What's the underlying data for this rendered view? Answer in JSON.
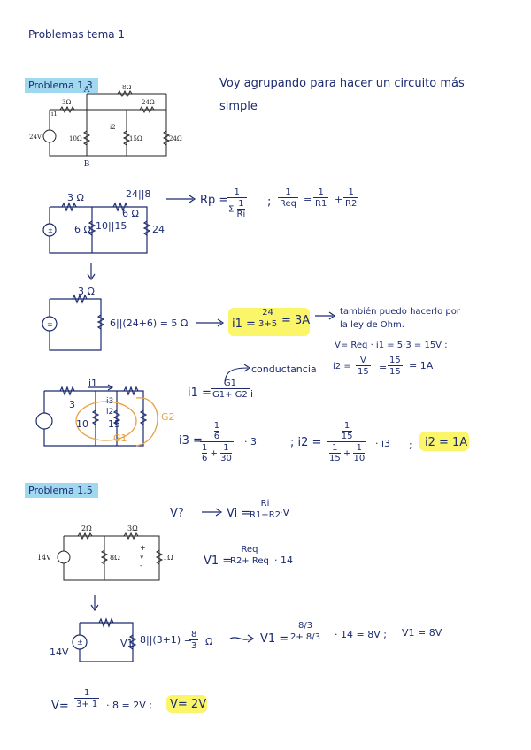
{
  "page": {
    "title": "Problemas tema 1"
  },
  "problem_13": {
    "tag": "Problema 1.3",
    "note_line1": "Voy agrupando para hacer un circuito más",
    "note_line2": "simple",
    "circuit1": {
      "node_a": "A",
      "node_b": "B",
      "source": "24V",
      "r3": "3Ω",
      "r8": "8Ω",
      "r24": "24Ω",
      "r10": "10Ω",
      "r15": "15Ω",
      "r24b": "24Ω",
      "i1": "i1",
      "i2": "i2"
    },
    "step2": {
      "r3": "3 Ω",
      "r2418": "24||8",
      "r6a": "6 Ω",
      "r6b": "6 Ω",
      "r10_15": "10||15",
      "r24": "24",
      "formula_lhs": "Rp =",
      "num": "1",
      "den_sum": "Σ",
      "den_frac_n": "1",
      "den_frac_d": "Ri",
      "semi": ";",
      "req_n": "1",
      "req_d": "Req",
      "eq": "=",
      "r1_n": "1",
      "r1_d": "R1",
      "plus": "+",
      "r2_n": "1",
      "r2_d": "R2"
    },
    "step3": {
      "r3": "3 Ω",
      "label": "6||(24+6) = 5 Ω",
      "i1_lhs": "i1 =",
      "i1_num": "24",
      "i1_den": "3+5",
      "i1_res": "= 3A",
      "note_line1": "también puedo hacerlo por",
      "note_line2": "la ley de Ohm.",
      "v_line": "V= Req · i1 = 5·3 = 15V ;",
      "i2_lhs": "i2 =",
      "i2_n1": "V",
      "i2_d1": "15",
      "i2_eq": "=",
      "i2_n2": "15",
      "i2_d2": "15",
      "i2_res": "= 1A"
    },
    "step4": {
      "conductancia": "conductancia",
      "i1_label": "i1",
      "r3": "3",
      "r10": "10",
      "r15": "15",
      "i3": "i3",
      "i2": "i2",
      "g1": "G1",
      "g2": "G2",
      "i_lhs": "i1 =",
      "i_num": "G1",
      "i_den": "G1+ G2",
      "i_tail": "· i",
      "i3_lhs": "i3 =",
      "i3_num_n": "1",
      "i3_num_d": "6",
      "i3_den_a_n": "1",
      "i3_den_a_d": "6",
      "i3_den_b_n": "1",
      "i3_den_b_d": "30",
      "i3_tail": "· 3",
      "i2_lhs": "; i2 =",
      "i2_num_n": "1",
      "i2_num_d": "15",
      "i2_den_a_n": "1",
      "i2_den_a_d": "15",
      "i2_den_b_n": "1",
      "i2_den_b_d": "10",
      "i2_tail": "· i3",
      "semi": ";",
      "result": "i2 = 1A"
    }
  },
  "problem_15": {
    "tag": "Problema 1.5",
    "question": "V?",
    "vi_lhs": "Vi =",
    "vi_num": "Ri",
    "vi_den": "R1+R2",
    "vi_tail": "·V",
    "circuit": {
      "source": "14V",
      "r2": "2Ω",
      "r3": "3Ω",
      "r8": "8Ω",
      "r1": "1Ω",
      "plus": "+",
      "v": "v",
      "minus": "-"
    },
    "v1_lhs": "V1 =",
    "v1_num": "Req",
    "v1_den": "R2+ Req",
    "v1_tail": "· 14",
    "step2": {
      "source": "14V",
      "v1": "V1",
      "label": "8||(3+1) =",
      "frac_n": "8",
      "frac_d": "3",
      "unit": "Ω",
      "v1_lhs": "V1 =",
      "v1_num": "8/3",
      "v1_den": "2+ 8/3",
      "v1_tail": "· 14 = 8V ;",
      "v1_res": "V1 = 8V"
    },
    "final": {
      "lhs": "V=",
      "num": "1",
      "den": "3+ 1",
      "tail": "· 8 = 2V ;",
      "result": "V= 2V"
    }
  }
}
